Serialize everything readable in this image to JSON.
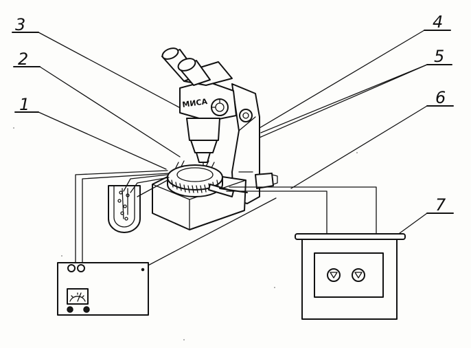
{
  "callouts": {
    "c1": "1",
    "c2": "2",
    "c3": "3",
    "c4": "4",
    "c5": "5",
    "c6": "6",
    "c7": "7"
  },
  "microscope": {
    "brand_label": "МИСА"
  },
  "colors": {
    "ink": "#111111",
    "paper": "#fdfdfb"
  }
}
